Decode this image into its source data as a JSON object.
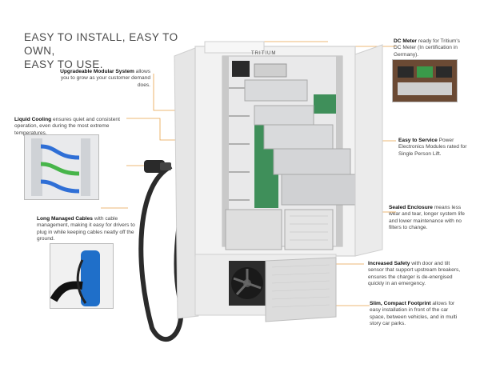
{
  "headline": {
    "line1": "EASY TO INSTALL, EASY TO OWN,",
    "line2": "EASY TO USE."
  },
  "brand": {
    "unit_label": "TRITIUM"
  },
  "callouts": {
    "upgradable": {
      "title": "Upgradeable Modular System",
      "body": " allows you to grow as your customer demand does."
    },
    "liquid_cooling": {
      "title": "Liquid Cooling",
      "body": " ensures quiet and consistent operation,  even during the most extreme temperatures."
    },
    "cables": {
      "title": "Long Managed Cables",
      "body": " with cable management, making it easy for drivers to plug in while keeping cables neatly off the ground."
    },
    "dc_meter": {
      "title": "DC Meter",
      "body": " ready for Tritium's DC Meter (In certification in Germany)."
    },
    "easy_service": {
      "title": "Easy to Service",
      "body": " Power Electronics Modules rated for Single Person Lift."
    },
    "sealed": {
      "title": "Sealed Enclosure",
      "body": " means less wear and tear, longer system life and lower maintenance with no filters to change."
    },
    "safety": {
      "title": "Increased Safety",
      "body": " with door and tilt sensor that support upstream breakers, ensures the charger is de-energised quickly in an emergency."
    },
    "footprint": {
      "title": "Slim, Compact Footprint",
      "body": " allows for easy installation in front of the car space, between vehicles, and in multi story car parks."
    }
  },
  "colors": {
    "leader": "#e8a24a",
    "enclosure": "#f2f2f2",
    "frame": "#cfcfcf",
    "module": "#d9dadc",
    "pcb": "#3f8f5a",
    "cable": "#2b2b2b",
    "coolant_blue": "#2f6fd6",
    "coolant_green": "#47b54a"
  },
  "icons": {
    "connector": "ccs-connector-icon",
    "fan": "cooling-fan-icon"
  }
}
